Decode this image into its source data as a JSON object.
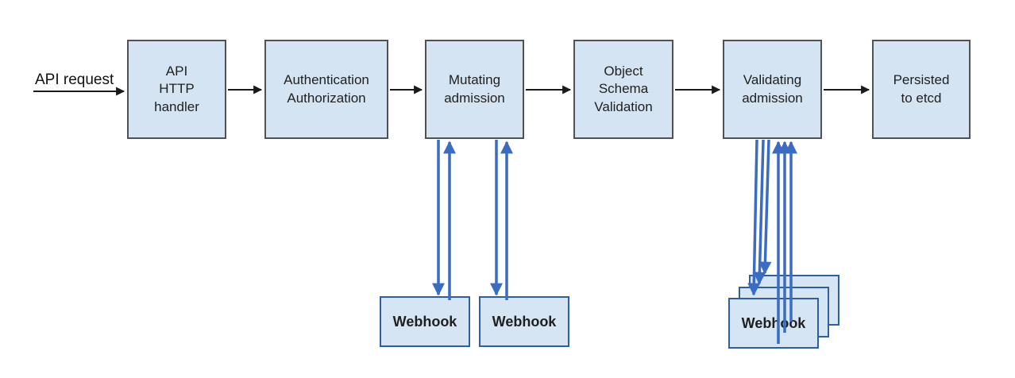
{
  "diagram": {
    "source_label": "API request",
    "nodes": [
      {
        "id": "api-http-handler",
        "label": "API\nHTTP\nhandler"
      },
      {
        "id": "authentication-authorization",
        "label": "Authentication\nAuthorization"
      },
      {
        "id": "mutating-admission",
        "label": "Mutating\nadmission"
      },
      {
        "id": "object-schema-validation",
        "label": "Object\nSchema\nValidation"
      },
      {
        "id": "validating-admission",
        "label": "Validating\nadmission"
      },
      {
        "id": "persisted-to-etcd",
        "label": "Persisted\nto etcd"
      }
    ],
    "webhooks": {
      "mutating": [
        {
          "label": "Webhook"
        },
        {
          "label": "Webhook"
        }
      ],
      "validating": [
        {
          "label": "Webhook"
        }
      ]
    },
    "colors": {
      "node_fill": "#d4e4f2",
      "node_border": "#515151",
      "webhook_fill": "#d6e5f3",
      "webhook_border": "#2f5f9f",
      "flow_arrow": "#1a1a1a",
      "webhook_arrow": "#3a6cc3"
    }
  }
}
